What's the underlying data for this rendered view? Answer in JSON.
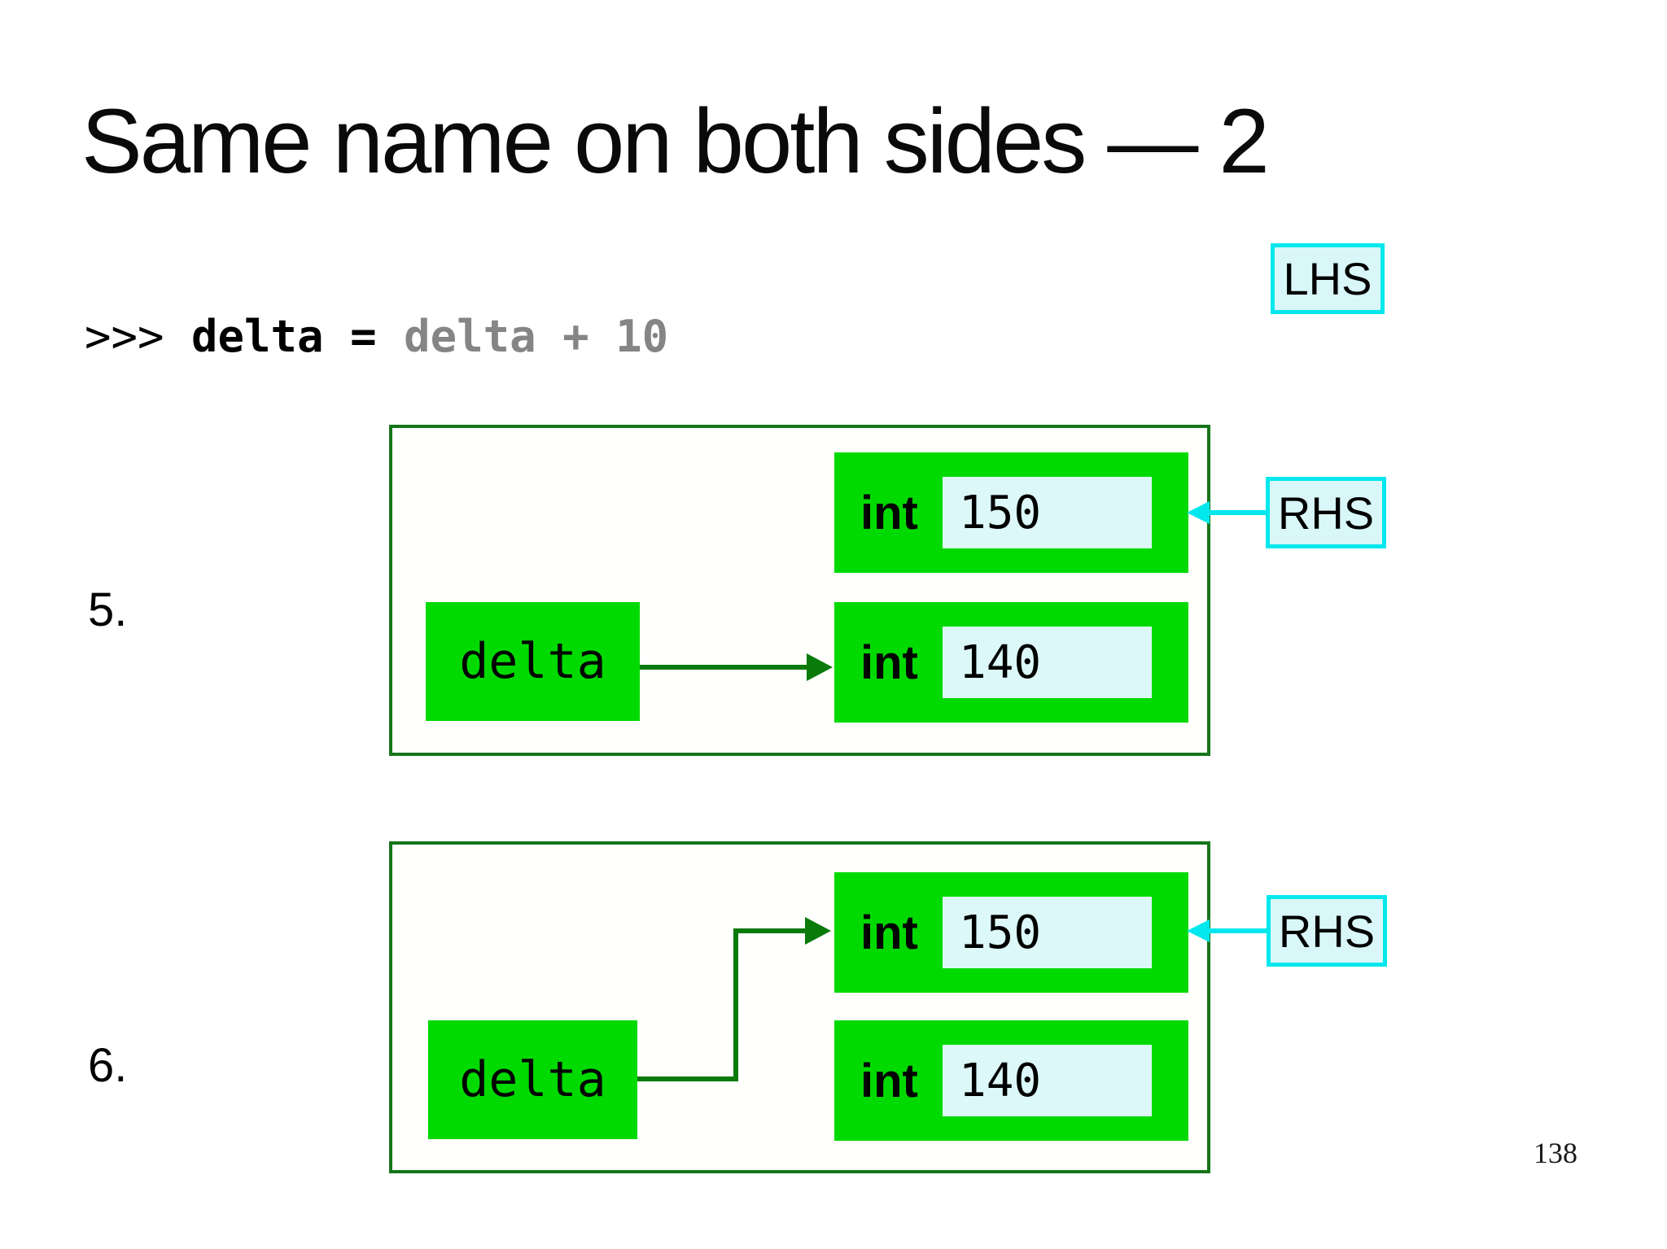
{
  "slide": {
    "title": "Same name on both sides — 2",
    "page_number": "138"
  },
  "code": {
    "prompt": ">>>",
    "assignment_target": "delta =",
    "expression": "delta + 10"
  },
  "annotations": {
    "lhs_label": "LHS",
    "rhs_label_step5": "RHS",
    "rhs_label_step6": "RHS"
  },
  "step5": {
    "number_label": "5.",
    "new_object": {
      "type": "int",
      "value": "150"
    },
    "old_object": {
      "type": "int",
      "value": "140"
    },
    "variable": "delta"
  },
  "step6": {
    "number_label": "6.",
    "new_object": {
      "type": "int",
      "value": "150"
    },
    "old_object": {
      "type": "int",
      "value": "140"
    },
    "variable": "delta"
  },
  "colors": {
    "object_green": "#00da00",
    "frame_border_green": "#15761a",
    "arrow_green": "#0a7a0a",
    "cyan_accent": "#00e8ee",
    "pale_cyan_fill": "#d9f7f8",
    "value_box_fill": "#dcf8f8",
    "code_dim_gray": "#858585"
  }
}
